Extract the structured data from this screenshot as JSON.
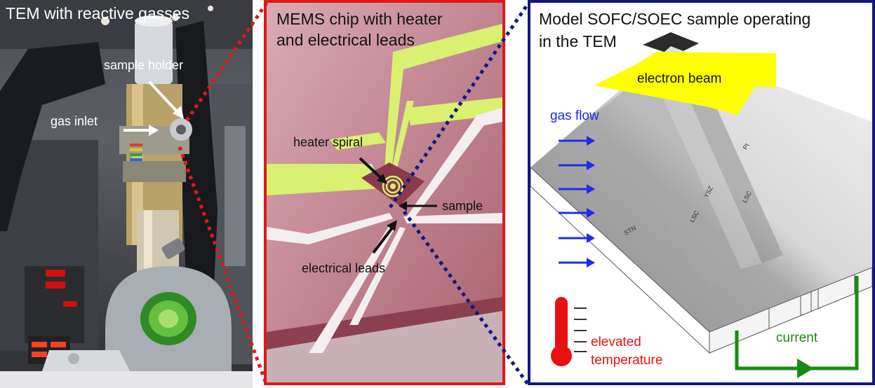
{
  "panel1": {
    "title": "TEM with reactive gasses",
    "labels": {
      "sample_holder": "sample holder",
      "gas_inlet": "gas inlet"
    }
  },
  "panel2": {
    "title_line1": "MEMS chip with heater",
    "title_line2": "and electrical leads",
    "labels": {
      "heater_spiral": "heater spiral",
      "sample": "sample",
      "electrical_leads": "electrical leads"
    }
  },
  "panel3": {
    "title_line1": "Model SOFC/SOEC sample operating",
    "title_line2": "in the TEM",
    "electron_beam": "electron beam",
    "gas_flow": "gas flow",
    "layers": {
      "pt": "Pt",
      "lsc_top": "LSC",
      "ysz": "YSZ",
      "lsc_bottom": "LSC",
      "stn": "STN"
    },
    "current": "current",
    "elevated_line1": "elevated",
    "elevated_line2": "temperature"
  },
  "colors": {
    "panel2_border": "#e01818",
    "panel3_border": "#101880",
    "connector_red": "#e01818",
    "connector_blue": "#101880",
    "chip_pink": "#c98a98",
    "leads_yellow": "#d9f070",
    "beam_yellow": "#ffff00",
    "gas_arrow_blue": "#1a2cf0",
    "current_green": "#1a8a12",
    "thermometer_red": "#e81010"
  }
}
